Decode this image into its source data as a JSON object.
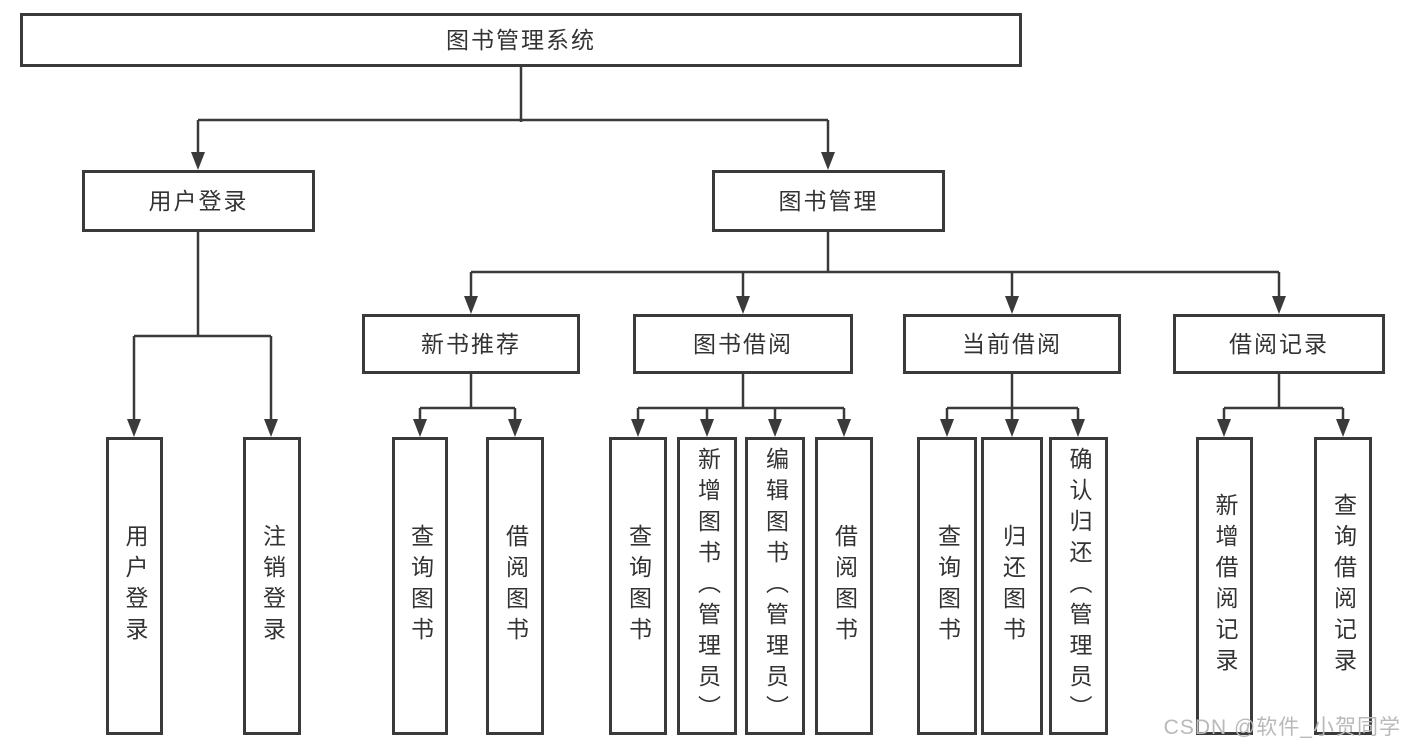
{
  "nodes": {
    "root": {
      "label": "图书管理系统"
    },
    "user_login": {
      "label": "用户登录"
    },
    "book_mgmt": {
      "label": "图书管理"
    },
    "new_book_rec": {
      "label": "新书推荐"
    },
    "book_borrow": {
      "label": "图书借阅"
    },
    "current_borrow": {
      "label": "当前借阅"
    },
    "borrow_record": {
      "label": "借阅记录"
    },
    "leaf_user_login": {
      "label": "用户登录"
    },
    "leaf_logout_login": {
      "label": "注销登录"
    },
    "leaf_rec_query_book": {
      "label": "查询图书"
    },
    "leaf_rec_borrow_book": {
      "label": "借阅图书"
    },
    "leaf_bor_query_book": {
      "label": "查询图书"
    },
    "leaf_bor_add_book": {
      "label": "新增图书（管理员）"
    },
    "leaf_bor_edit_book": {
      "label": "编辑图书（管理员）"
    },
    "leaf_bor_borrow_book": {
      "label": "借阅图书"
    },
    "leaf_cur_query_book": {
      "label": "查询图书"
    },
    "leaf_cur_return_book": {
      "label": "归还图书"
    },
    "leaf_cur_confirm_return": {
      "label": "确认归还（管理员）"
    },
    "leaf_recd_add_record": {
      "label": "新增借阅记录"
    },
    "leaf_recd_query_record": {
      "label": "查询借阅记录"
    }
  },
  "watermark": {
    "text": "CSDN @软件_小贺同学"
  },
  "colors": {
    "line": "#3a3a3a",
    "text": "#333333",
    "box_background": "#ffffff",
    "page_background": "#ffffff",
    "watermark": "#b9b9b9"
  }
}
